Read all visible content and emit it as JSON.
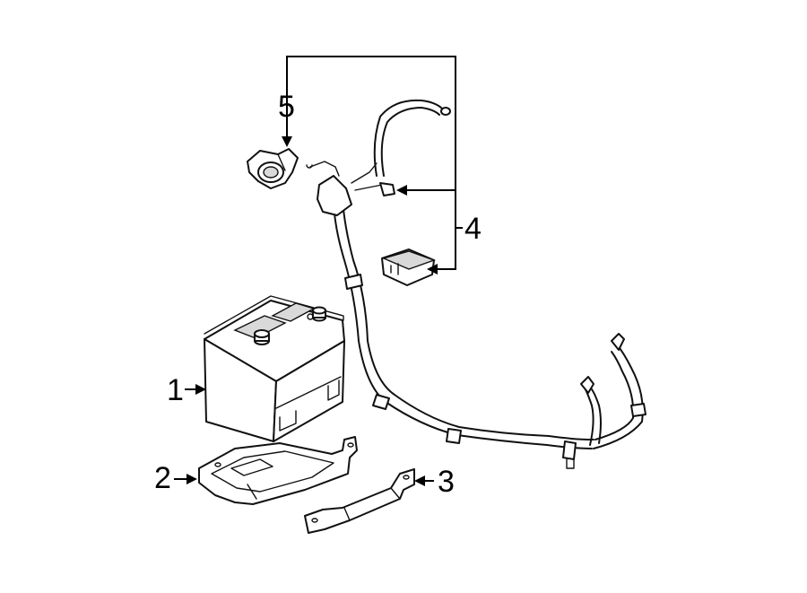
{
  "callouts": [
    {
      "number": "1",
      "part": "battery"
    },
    {
      "number": "2",
      "part": "battery-tray"
    },
    {
      "number": "3",
      "part": "hold-down-bracket"
    },
    {
      "number": "4",
      "part": "cable-assembly"
    },
    {
      "number": "5",
      "part": "terminal-clamp"
    }
  ]
}
